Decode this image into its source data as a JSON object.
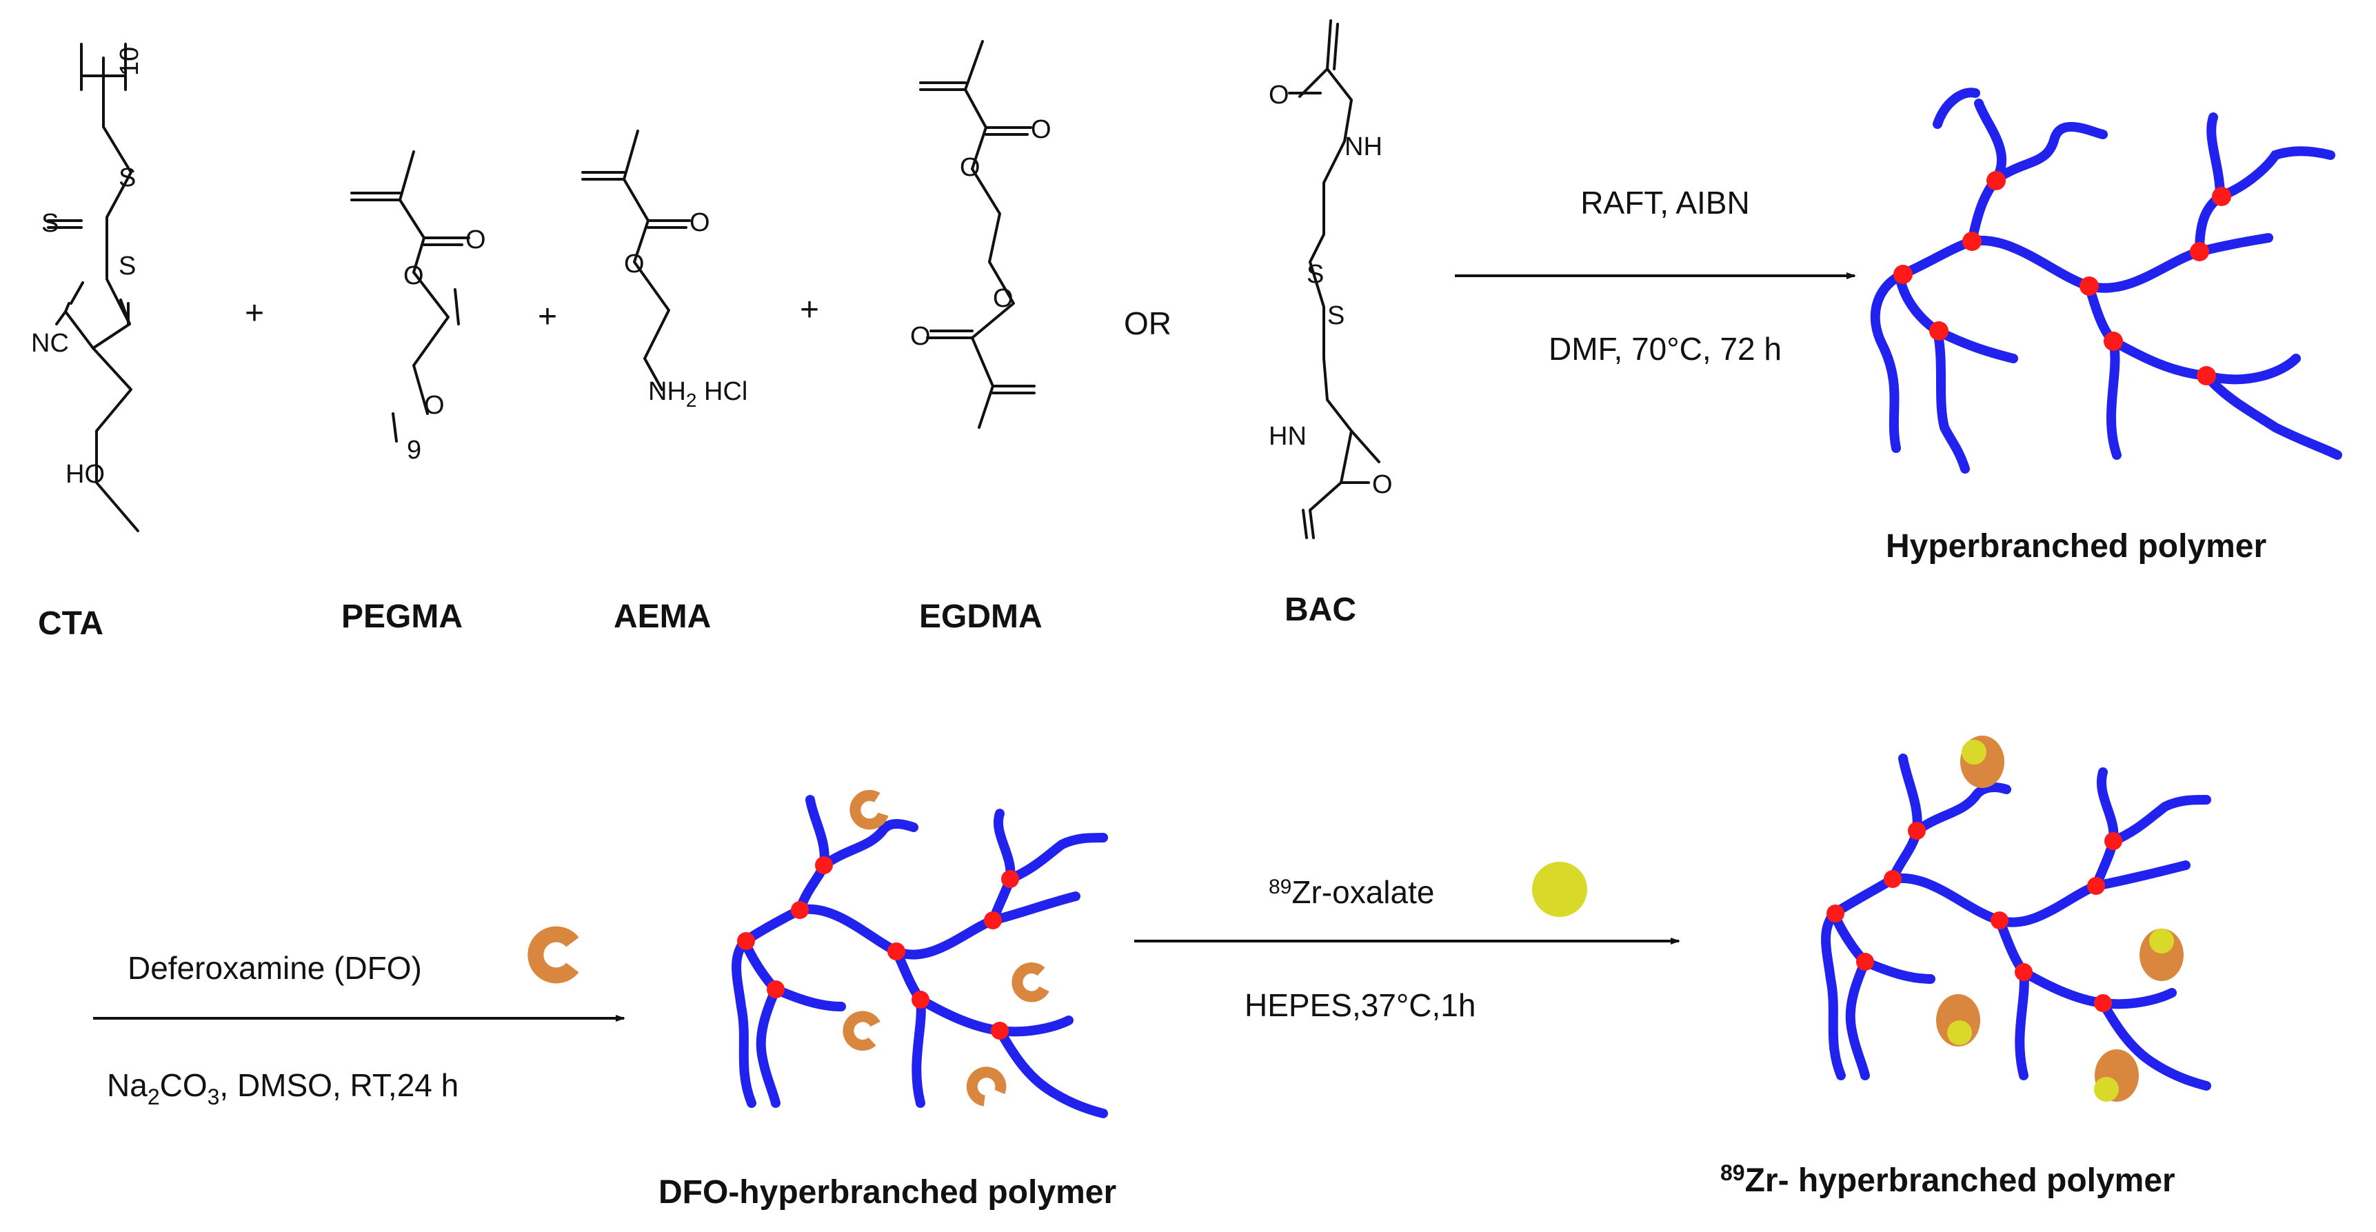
{
  "monomers": {
    "cta": {
      "label": "CTA",
      "atoms": {
        "n10": "10",
        "s1": "S",
        "s2": "S",
        "s3": "S",
        "nc": "NC",
        "ho": "HO"
      }
    },
    "pegma": {
      "label": "PEGMA",
      "atoms": {
        "o1": "O",
        "o2": "O",
        "o3": "O",
        "n9": "9"
      }
    },
    "aema": {
      "label": "AEMA",
      "atoms": {
        "o1": "O",
        "o2": "O",
        "nh2": "NH",
        "nh2sub": "2",
        "hcl": " HCl"
      }
    },
    "egdma": {
      "label": "EGDMA",
      "atoms": {
        "o1": "O",
        "o2": "O",
        "o3": "O",
        "o4": "O"
      }
    },
    "bac": {
      "label": "BAC",
      "atoms": {
        "o1": "O",
        "nh1": "NH",
        "s1": "S",
        "s2": "S",
        "hn2": "HN",
        "o2": "O"
      }
    }
  },
  "symbols": {
    "plus": "+",
    "or": "OR"
  },
  "step1": {
    "above": "RAFT, AIBN",
    "below": "DMF, 70°C, 72 h",
    "product": "Hyperbranched polymer"
  },
  "step2": {
    "above": "Deferoxamine (DFO)",
    "below_1": "Na",
    "below_sub1": "2",
    "below_2": "CO",
    "below_sub2": "3",
    "below_3": ", DMSO, RT,24 h",
    "product": "DFO-hyperbranched polymer"
  },
  "step3": {
    "above_sup": "89",
    "above": "Zr-oxalate",
    "below": "HEPES,37°C,1h",
    "product_sup": "89",
    "product": "Zr- hyperbranched polymer"
  },
  "colors": {
    "chain": "#2222ee",
    "node": "#ff1a1a",
    "dfo": "#d9873f",
    "zr": "#d9d92a"
  }
}
